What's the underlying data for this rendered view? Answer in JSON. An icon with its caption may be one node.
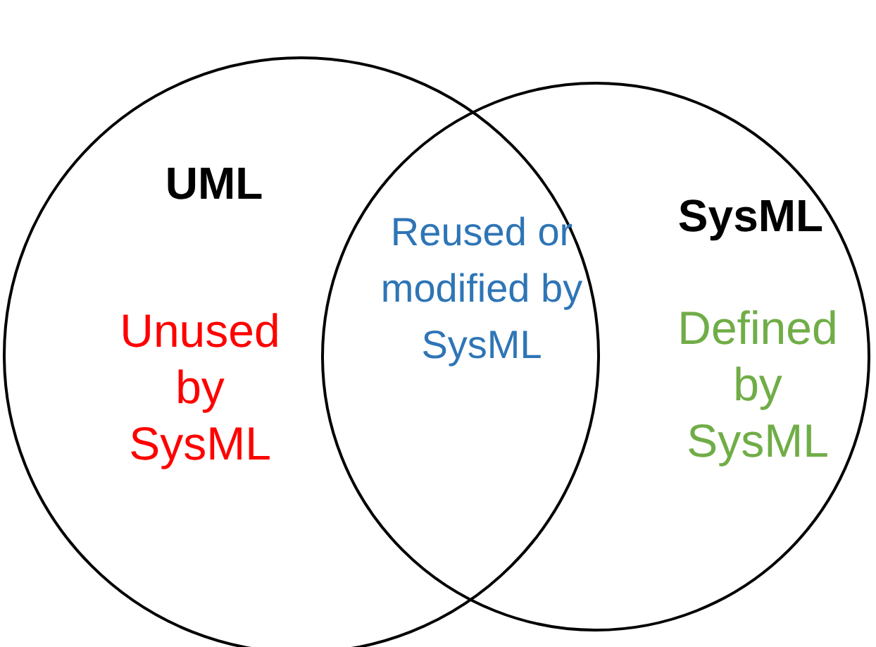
{
  "diagram": {
    "nodes": [
      {
        "text": [
          "UML",
          "Unused by SysML"
        ]
      },
      {
        "text": [
          "SysML",
          "Defined by SysML"
        ]
      }
    ],
    "labels": [
      "Reused or modified by SysML"
    ]
  }
}
